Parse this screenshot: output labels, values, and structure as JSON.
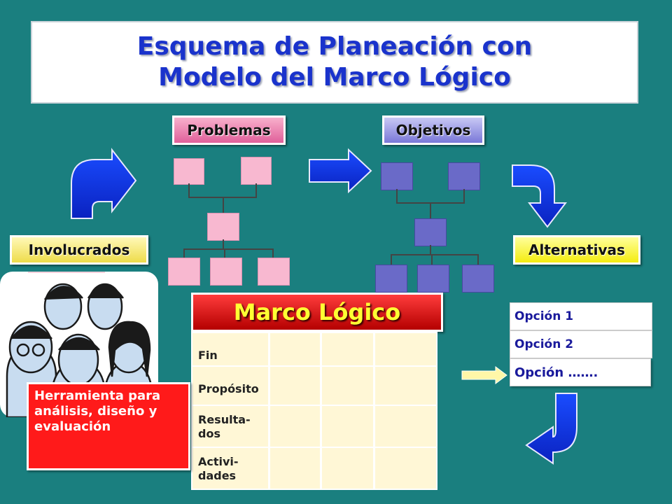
{
  "title": {
    "line1": "Esquema de Planeación con",
    "line2": "Modelo del Marco Lógico"
  },
  "stages": {
    "problemas": "Problemas",
    "objetivos": "Objetivos",
    "involucrados": "Involucrados",
    "alternativas": "Alternativas"
  },
  "marco_logico": {
    "title": "Marco Lógico",
    "rows": [
      "Fin",
      "Propósito",
      "Resulta-\ndos",
      "Activi-\ndades"
    ]
  },
  "tool_note": "Herramienta para análisis, diseño y evaluación",
  "options": [
    "Opción 1",
    "Opción 2",
    "Opción ……."
  ],
  "colors": {
    "background": "#1a7f7f",
    "title_text": "#1a33cc",
    "arrow_blue": "#1030e0",
    "problem_box": "#f8b8d0",
    "objective_box": "#6a6ac8",
    "marco_header": "#e01010",
    "marco_text": "#ffff33",
    "tool_box": "#ff1a1a"
  },
  "icons": {
    "people": "people-group-illustration",
    "arrows": "curved-blue-arrows"
  }
}
